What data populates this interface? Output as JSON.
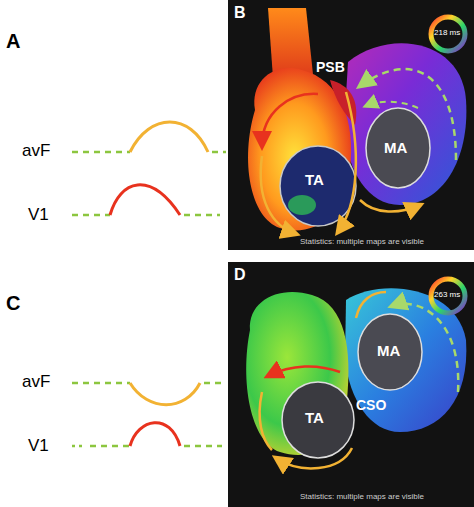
{
  "diagram": {
    "labels": [
      "A",
      "avF",
      "V1",
      "B",
      "PSB",
      "MA",
      "TA",
      "218 ms",
      "Statistics: multiple maps are visible",
      "C",
      "avF",
      "V1",
      "D",
      "MA",
      "TA",
      "CSO",
      "263 ms",
      "Statistics: multiple maps are visible"
    ]
  }
}
